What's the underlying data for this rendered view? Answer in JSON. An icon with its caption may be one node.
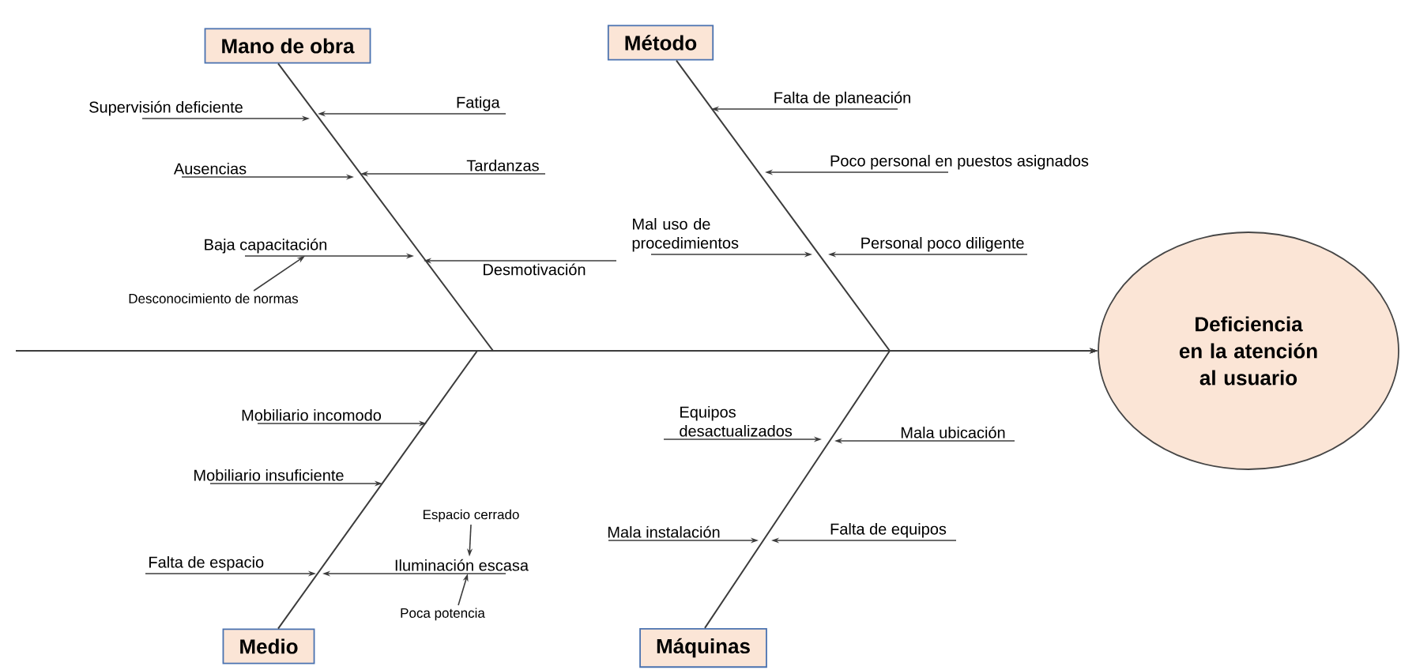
{
  "diagram": {
    "nodes": [
      {
        "text": [
          "Mano de obra"
        ]
      },
      {
        "text": [
          "Supervisión deficiente"
        ]
      },
      {
        "text": [
          "Fatiga"
        ]
      },
      {
        "text": [
          "Ausencias"
        ]
      },
      {
        "text": [
          "Tardanzas"
        ]
      },
      {
        "text": [
          "Baja capacitación"
        ]
      },
      {
        "text": [
          "Desconocimiento de normas"
        ]
      },
      {
        "text": [
          "Desmotivación"
        ]
      },
      {
        "text": [
          "Método"
        ]
      },
      {
        "text": [
          "Falta de planeación"
        ]
      },
      {
        "text": [
          "Poco personal en puestos asignados"
        ]
      },
      {
        "text": [
          "Mal uso de procedimientos"
        ]
      },
      {
        "text": [
          "Personal poco diligente"
        ]
      },
      {
        "text": [
          "Deficiencia en la atención al usuario"
        ]
      },
      {
        "text": [
          "Mobiliario incomodo"
        ]
      },
      {
        "text": [
          "Mobiliario insuficiente"
        ]
      },
      {
        "text": [
          "Espacio cerrado"
        ]
      },
      {
        "text": [
          "Falta de espacio"
        ]
      },
      {
        "text": [
          "Iluminación escasa"
        ]
      },
      {
        "text": [
          "Poca potencia"
        ]
      },
      {
        "text": [
          "Equipos desactualizados"
        ]
      },
      {
        "text": [
          "Mala ubicación"
        ]
      },
      {
        "text": [
          "Mala instalación"
        ]
      },
      {
        "text": [
          "Falta de equipos"
        ]
      },
      {
        "text": [
          "Medio"
        ]
      },
      {
        "text": [
          "Máquinas"
        ]
      }
    ],
    "edges": [
      {
        "from": null,
        "to": 13,
        "arrow": "to"
      },
      {
        "from": 0,
        "to": 13,
        "arrow": "to"
      },
      {
        "from": 8,
        "to": 13,
        "arrow": "to"
      },
      {
        "from": 24,
        "to": 13,
        "arrow": "to"
      },
      {
        "from": 25,
        "to": 13,
        "arrow": "to"
      },
      {
        "from": 1,
        "to": null,
        "arrow": "to"
      },
      {
        "from": 2,
        "to": null,
        "arrow": "to"
      },
      {
        "from": 3,
        "to": null,
        "arrow": "to"
      },
      {
        "from": 4,
        "to": null,
        "arrow": "to"
      },
      {
        "from": 5,
        "to": null,
        "arrow": "to"
      },
      {
        "from": 6,
        "to": 5,
        "arrow": "to"
      },
      {
        "from": 7,
        "to": null,
        "arrow": "to"
      },
      {
        "from": 9,
        "to": null,
        "arrow": "to"
      },
      {
        "from": 10,
        "to": null,
        "arrow": "to"
      },
      {
        "from": 11,
        "to": null,
        "arrow": "to"
      },
      {
        "from": 12,
        "to": null,
        "arrow": "to"
      },
      {
        "from": 14,
        "to": null,
        "arrow": "to"
      },
      {
        "from": 15,
        "to": null,
        "arrow": "to"
      },
      {
        "from": 16,
        "to": 18,
        "arrow": "to"
      },
      {
        "from": 17,
        "to": null,
        "arrow": "to"
      },
      {
        "from": 18,
        "to": null,
        "arrow": "to"
      },
      {
        "from": 19,
        "to": 18,
        "arrow": "to"
      },
      {
        "from": 20,
        "to": null,
        "arrow": "to"
      },
      {
        "from": 21,
        "to": null,
        "arrow": "to"
      },
      {
        "from": 22,
        "to": null,
        "arrow": "to"
      },
      {
        "from": 23,
        "to": null,
        "arrow": "to"
      }
    ]
  }
}
